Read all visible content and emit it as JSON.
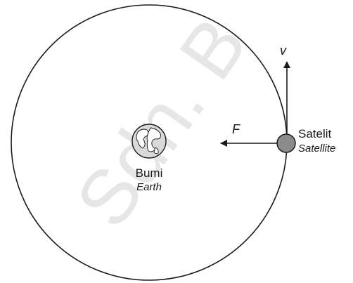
{
  "watermark": "Sdn. B",
  "earth": {
    "label_ms": "Bumi",
    "label_en": "Earth"
  },
  "satellite": {
    "label_ms": "Satelit",
    "label_en": "Satellite"
  },
  "force_symbol": "F",
  "velocity_symbol": "v",
  "colors": {
    "line": "#1a1a1a",
    "satellite_fill": "#8c8c8c",
    "earth_fill": "#d9d9d9"
  }
}
